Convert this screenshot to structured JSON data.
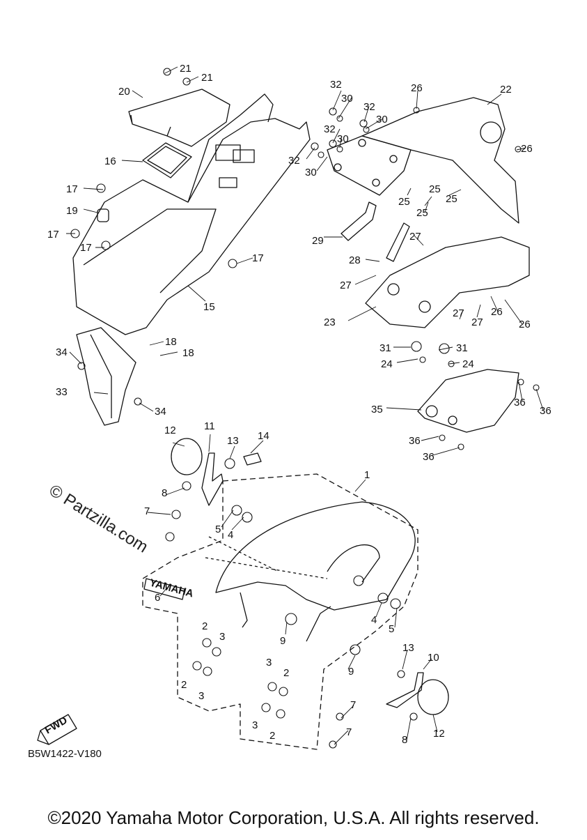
{
  "diagram": {
    "code": "B5W1422-V180",
    "copyright": "©2020 Yamaha Motor Corporation, U.S.A. All rights reserved.",
    "watermark": "© Partzilla.com",
    "fwd_label": "FWD",
    "emblem_text": "YAMAHA"
  },
  "callouts": [
    {
      "n": "21"
    },
    {
      "n": "21"
    },
    {
      "n": "20"
    },
    {
      "n": "16"
    },
    {
      "n": "17"
    },
    {
      "n": "19"
    },
    {
      "n": "17"
    },
    {
      "n": "17"
    },
    {
      "n": "17"
    },
    {
      "n": "15"
    },
    {
      "n": "18"
    },
    {
      "n": "18"
    },
    {
      "n": "34"
    },
    {
      "n": "33"
    },
    {
      "n": "34"
    },
    {
      "n": "32"
    },
    {
      "n": "30"
    },
    {
      "n": "32"
    },
    {
      "n": "30"
    },
    {
      "n": "32"
    },
    {
      "n": "30"
    },
    {
      "n": "32"
    },
    {
      "n": "30"
    },
    {
      "n": "26"
    },
    {
      "n": "22"
    },
    {
      "n": "26"
    },
    {
      "n": "25"
    },
    {
      "n": "25"
    },
    {
      "n": "25"
    },
    {
      "n": "25"
    },
    {
      "n": "29"
    },
    {
      "n": "27"
    },
    {
      "n": "28"
    },
    {
      "n": "27"
    },
    {
      "n": "23"
    },
    {
      "n": "27"
    },
    {
      "n": "27"
    },
    {
      "n": "26"
    },
    {
      "n": "26"
    },
    {
      "n": "31"
    },
    {
      "n": "31"
    },
    {
      "n": "24"
    },
    {
      "n": "24"
    },
    {
      "n": "35"
    },
    {
      "n": "36"
    },
    {
      "n": "36"
    },
    {
      "n": "36"
    },
    {
      "n": "36"
    },
    {
      "n": "12"
    },
    {
      "n": "11"
    },
    {
      "n": "13"
    },
    {
      "n": "14"
    },
    {
      "n": "1"
    },
    {
      "n": "8"
    },
    {
      "n": "7"
    },
    {
      "n": "5"
    },
    {
      "n": "4"
    },
    {
      "n": "6"
    },
    {
      "n": "2"
    },
    {
      "n": "3"
    },
    {
      "n": "2"
    },
    {
      "n": "3"
    },
    {
      "n": "9"
    },
    {
      "n": "4"
    },
    {
      "n": "5"
    },
    {
      "n": "9"
    },
    {
      "n": "3"
    },
    {
      "n": "2"
    },
    {
      "n": "3"
    },
    {
      "n": "2"
    },
    {
      "n": "13"
    },
    {
      "n": "10"
    },
    {
      "n": "7"
    },
    {
      "n": "7"
    },
    {
      "n": "8"
    },
    {
      "n": "12"
    }
  ]
}
